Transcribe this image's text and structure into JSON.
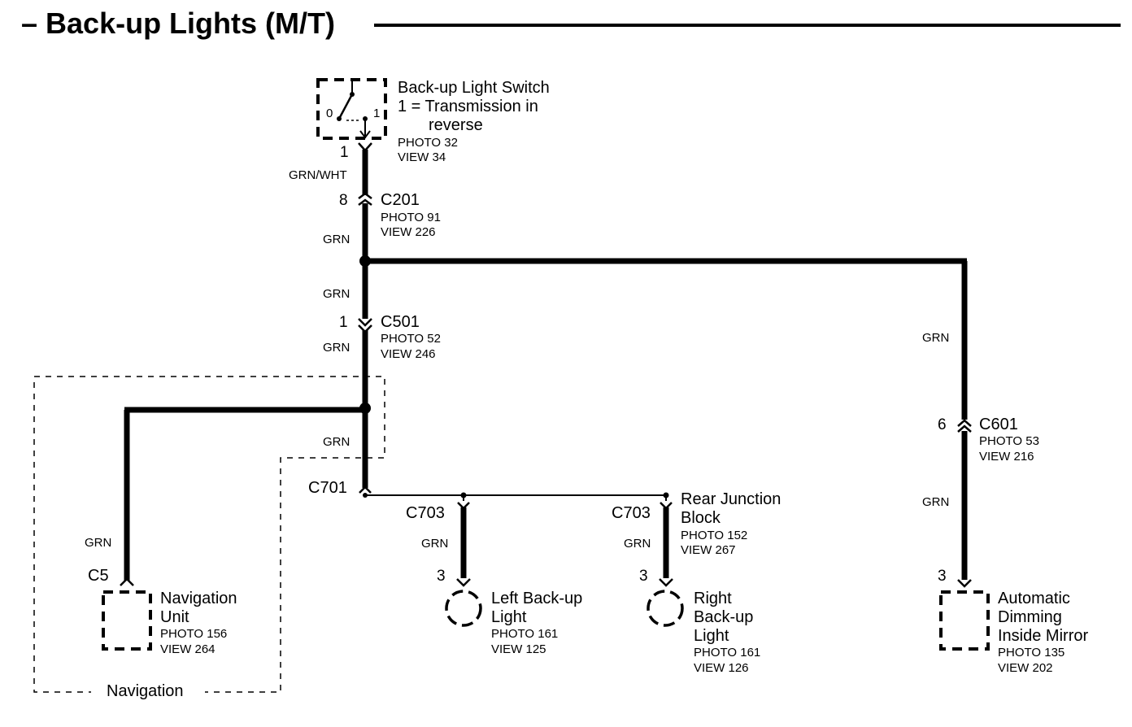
{
  "title": "– Back-up Lights (M/T)",
  "switch": {
    "name": "Back-up Light Switch",
    "state_line1": "1 = Transmission in",
    "state_line2": "reverse",
    "photo": "PHOTO 32",
    "view": "VIEW 34",
    "pos0": "0",
    "pos1": "1",
    "pin": "1"
  },
  "wires": {
    "grn_wht": "GRN/WHT",
    "grn": "GRN"
  },
  "c201": {
    "name": "C201",
    "pin": "8",
    "photo": "PHOTO 91",
    "view": "VIEW 226"
  },
  "c501": {
    "name": "C501",
    "pin": "1",
    "photo": "PHOTO 52",
    "view": "VIEW 246"
  },
  "c601": {
    "name": "C601",
    "pin": "6",
    "photo": "PHOTO 53",
    "view": "VIEW 216"
  },
  "c701": {
    "name": "C701"
  },
  "c703": {
    "name": "C703"
  },
  "rear_junction_block": {
    "line1": "Rear Junction",
    "line2": "Block",
    "photo": "PHOTO 152",
    "view": "VIEW 267"
  },
  "navigation_unit": {
    "connector": "C5",
    "line1": "Navigation",
    "line2": "Unit",
    "photo": "PHOTO 156",
    "view": "VIEW 264"
  },
  "navigation_box_label": "Navigation",
  "left_light": {
    "pin": "3",
    "line1": "Left Back-up",
    "line2": "Light",
    "photo": "PHOTO 161",
    "view": "VIEW 125"
  },
  "right_light": {
    "pin": "3",
    "line1": "Right",
    "line2": "Back-up",
    "line3": "Light",
    "photo": "PHOTO 161",
    "view": "VIEW 126"
  },
  "mirror": {
    "pin": "3",
    "line1": "Automatic",
    "line2": "Dimming",
    "line3": "Inside Mirror",
    "photo": "PHOTO 135",
    "view": "VIEW 202"
  }
}
